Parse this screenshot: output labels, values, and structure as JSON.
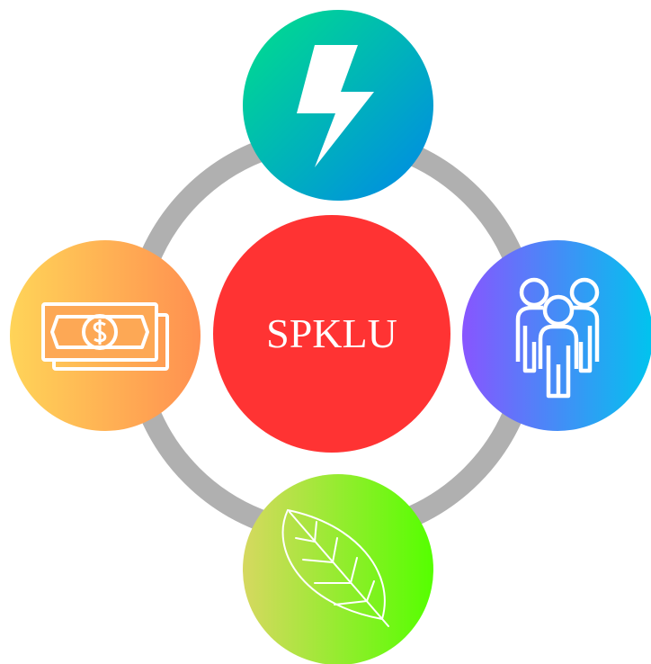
{
  "center": {
    "label": "SPKLU",
    "color": "#ff3333"
  },
  "ring": {
    "color": "#b0b0b0"
  },
  "nodes": [
    {
      "id": "top",
      "icon": "lightning-bolt-icon",
      "gradient": [
        "#00e08a",
        "#0088e8"
      ]
    },
    {
      "id": "right",
      "icon": "people-group-icon",
      "gradient": [
        "#8855ff",
        "#00c4ee"
      ]
    },
    {
      "id": "bottom",
      "icon": "leaf-icon",
      "gradient": [
        "#d6d860",
        "#55ff00"
      ]
    },
    {
      "id": "left",
      "icon": "money-bill-icon",
      "gradient": [
        "#ffd458",
        "#ff9050"
      ]
    }
  ]
}
